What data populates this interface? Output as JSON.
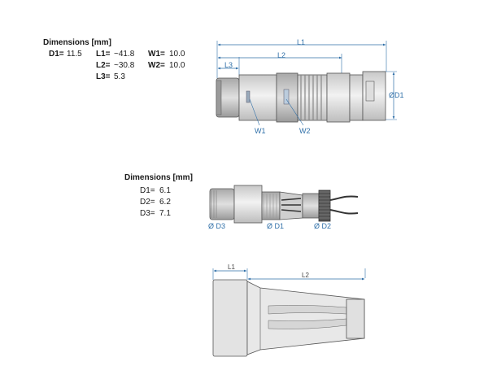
{
  "section1": {
    "heading": "Dimensions [mm]",
    "rows": [
      {
        "key": "D1=",
        "value": "11.5"
      },
      {
        "key": "L1=",
        "value": "~41.8"
      },
      {
        "key": "W1=",
        "value": "10.0"
      },
      {
        "key": "L2=",
        "value": "~30.8"
      },
      {
        "key": "W2=",
        "value": "10.0"
      },
      {
        "key": "L3=",
        "value": "5.3"
      }
    ],
    "labels": {
      "l1": "L1",
      "l2": "L2",
      "l3": "L3",
      "d1": "ØD1",
      "w1": "W1",
      "w2": "W2"
    }
  },
  "section2": {
    "heading": "Dimensions [mm]",
    "rows": [
      {
        "key": "D1=",
        "value": "6.1"
      },
      {
        "key": "D2=",
        "value": "6.2"
      },
      {
        "key": "D3=",
        "value": "7.1"
      }
    ],
    "labels": {
      "d3": "Ø D3",
      "d1": "Ø D1",
      "d2": "Ø D2"
    }
  },
  "section3": {
    "labels": {
      "l1": "L1",
      "l2": "L2"
    }
  },
  "colors": {
    "dimension": "#2f6fa8",
    "outline": "#555555",
    "body": "#e6e6e6"
  }
}
